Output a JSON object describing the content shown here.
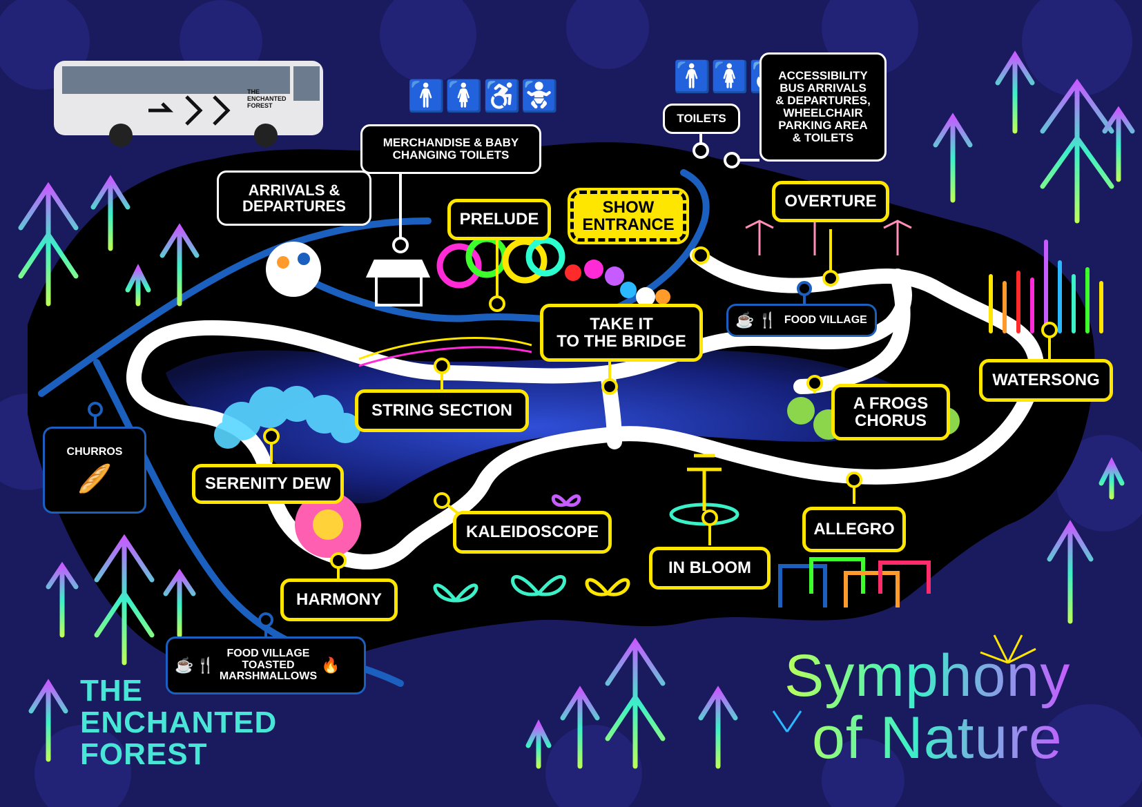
{
  "map": {
    "brand_lines": [
      "THE",
      "ENCHANTED",
      "FOREST"
    ],
    "show_title_lines": [
      "Symphony",
      "of Nature"
    ],
    "bus_brand_lines": [
      "THE",
      "ENCHANTED",
      "FOREST"
    ],
    "colors": {
      "background": "#1a1a5e",
      "ground": "#000000",
      "attraction_border": "#ffe600",
      "facility_border": "#ffffff",
      "food_border": "#1b5fbf",
      "river": "#1b5fbf",
      "path": "#ffffff",
      "accent_cyan": "#48e6d6"
    },
    "attractions": {
      "prelude": "PRELUDE",
      "show_entrance": "SHOW\nENTRANCE",
      "overture": "OVERTURE",
      "take_it_to_the_bridge": "TAKE IT\nTO THE BRIDGE",
      "watersong": "WATERSONG",
      "string_section": "STRING SECTION",
      "a_frogs_chorus": "A FROGS\nCHORUS",
      "serenity_dew": "SERENITY DEW",
      "kaleidoscope": "KALEIDOSCOPE",
      "allegro": "ALLEGRO",
      "in_bloom": "IN BLOOM",
      "harmony": "HARMONY"
    },
    "facilities": {
      "arrivals_departures": "ARRIVALS &\nDEPARTURES",
      "merchandise_toilets": "MERCHANDISE & BABY\nCHANGING TOILETS",
      "toilets": "TOILETS",
      "accessibility": "ACCESSIBILITY\nBUS ARRIVALS\n& DEPARTURES,\nWHEELCHAIR\nPARKING AREA\n& TOILETS",
      "food_village_top": "FOOD VILLAGE",
      "churros": "CHURROS",
      "food_village_bottom": "FOOD VILLAGE\nTOASTED\nMARSHMALLOWS"
    },
    "icons": {
      "toilet_icons": [
        "man-icon",
        "woman-icon",
        "wheelchair-icon"
      ],
      "merch_icons": [
        "man-icon",
        "woman-icon",
        "wheelchair-icon",
        "baby-change-icon"
      ],
      "food_icons": [
        "cup-icon",
        "cutlery-icon"
      ],
      "marshmallow_icon": "marshmallow-icon",
      "churros_icon": "churros-icon",
      "bus_icon": "coach-bus-icon",
      "stall_icon": "market-stall-icon",
      "family_icon": "family-icon"
    }
  }
}
